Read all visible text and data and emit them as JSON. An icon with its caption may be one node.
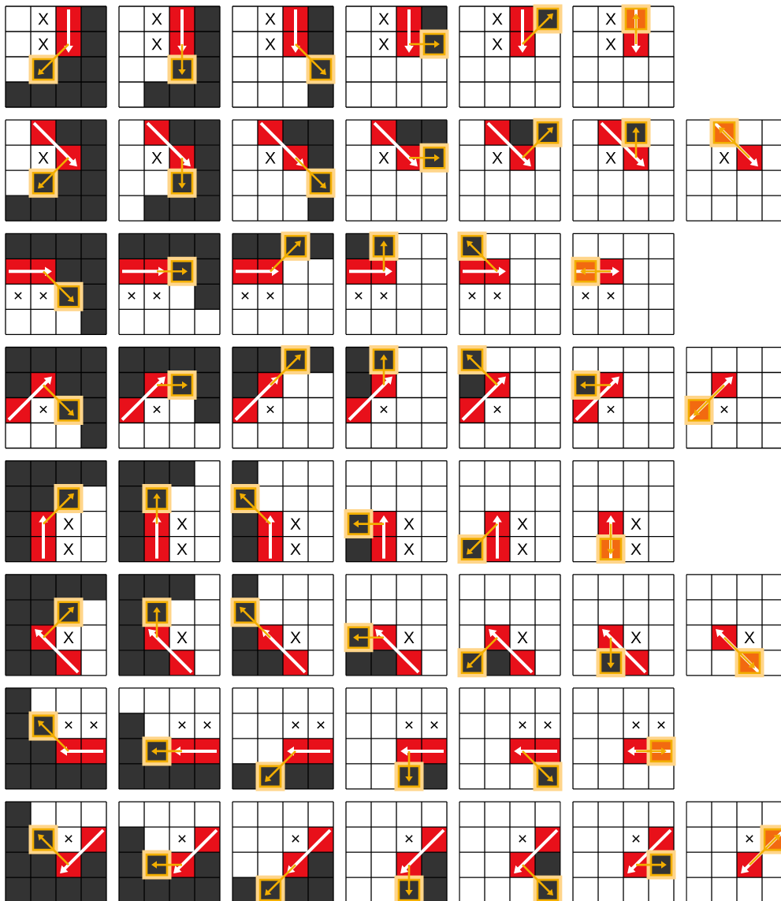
{
  "diagram": {
    "labels": [
      "X",
      "X",
      "X",
      "X",
      "X",
      "X",
      "X",
      "X",
      "X",
      "X",
      "X",
      "X",
      "X",
      "X",
      "X",
      "X",
      "X",
      "X",
      "X",
      "×",
      "×",
      "×",
      "×",
      "×",
      "×",
      "×",
      "×",
      "×",
      "×",
      "×",
      "×",
      "×",
      "×",
      "×",
      "×",
      "×",
      "×",
      "×",
      "X",
      "X",
      "X",
      "X",
      "X",
      "X",
      "X",
      "X",
      "X",
      "X",
      "X",
      "X",
      "X",
      "X",
      "X",
      "X",
      "X",
      "X",
      "X",
      "×",
      "×",
      "×",
      "×",
      "×",
      "×",
      "×",
      "×",
      "×",
      "×",
      "×",
      "×",
      "×",
      "×",
      "×",
      "×",
      "×",
      "×",
      "×"
    ]
  }
}
